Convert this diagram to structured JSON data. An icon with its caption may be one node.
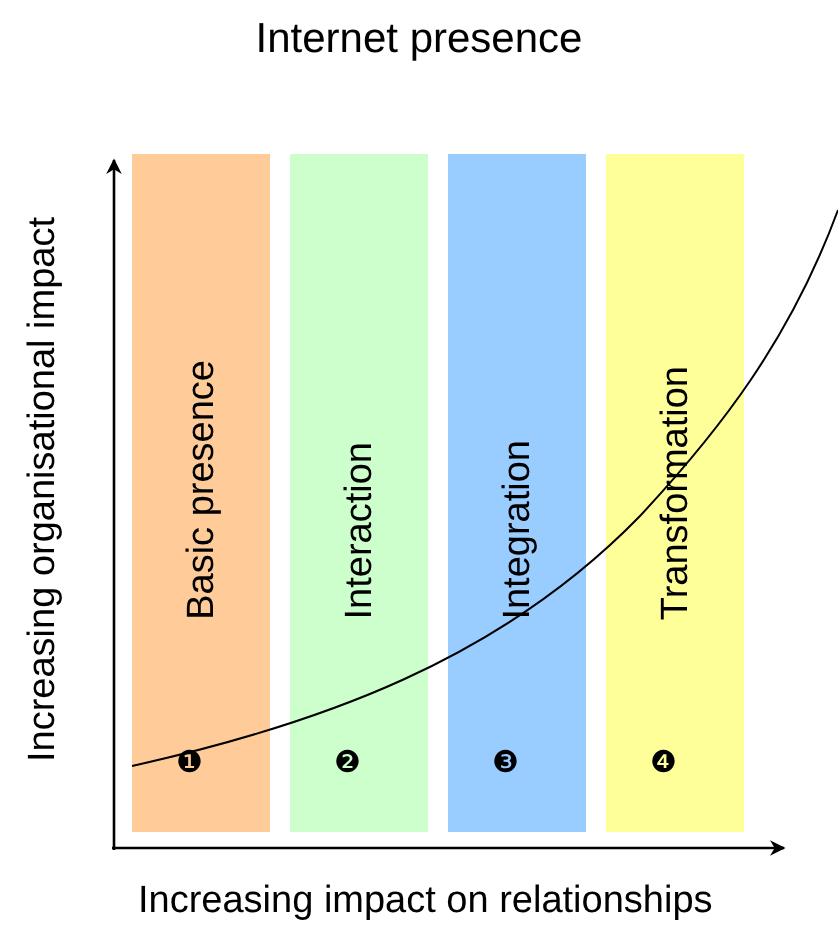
{
  "diagram": {
    "title": "Internet presence",
    "nodes": [
      {
        "text": [
          "Basic presence",
          "❶"
        ]
      },
      {
        "text": [
          "Interaction",
          "❷"
        ]
      },
      {
        "text": [
          "Integration",
          "❸"
        ]
      },
      {
        "text": [
          "Transformation",
          "❹"
        ]
      }
    ],
    "labels": [
      "Increasing organisational impact",
      "Increasing impact on relationships"
    ]
  }
}
